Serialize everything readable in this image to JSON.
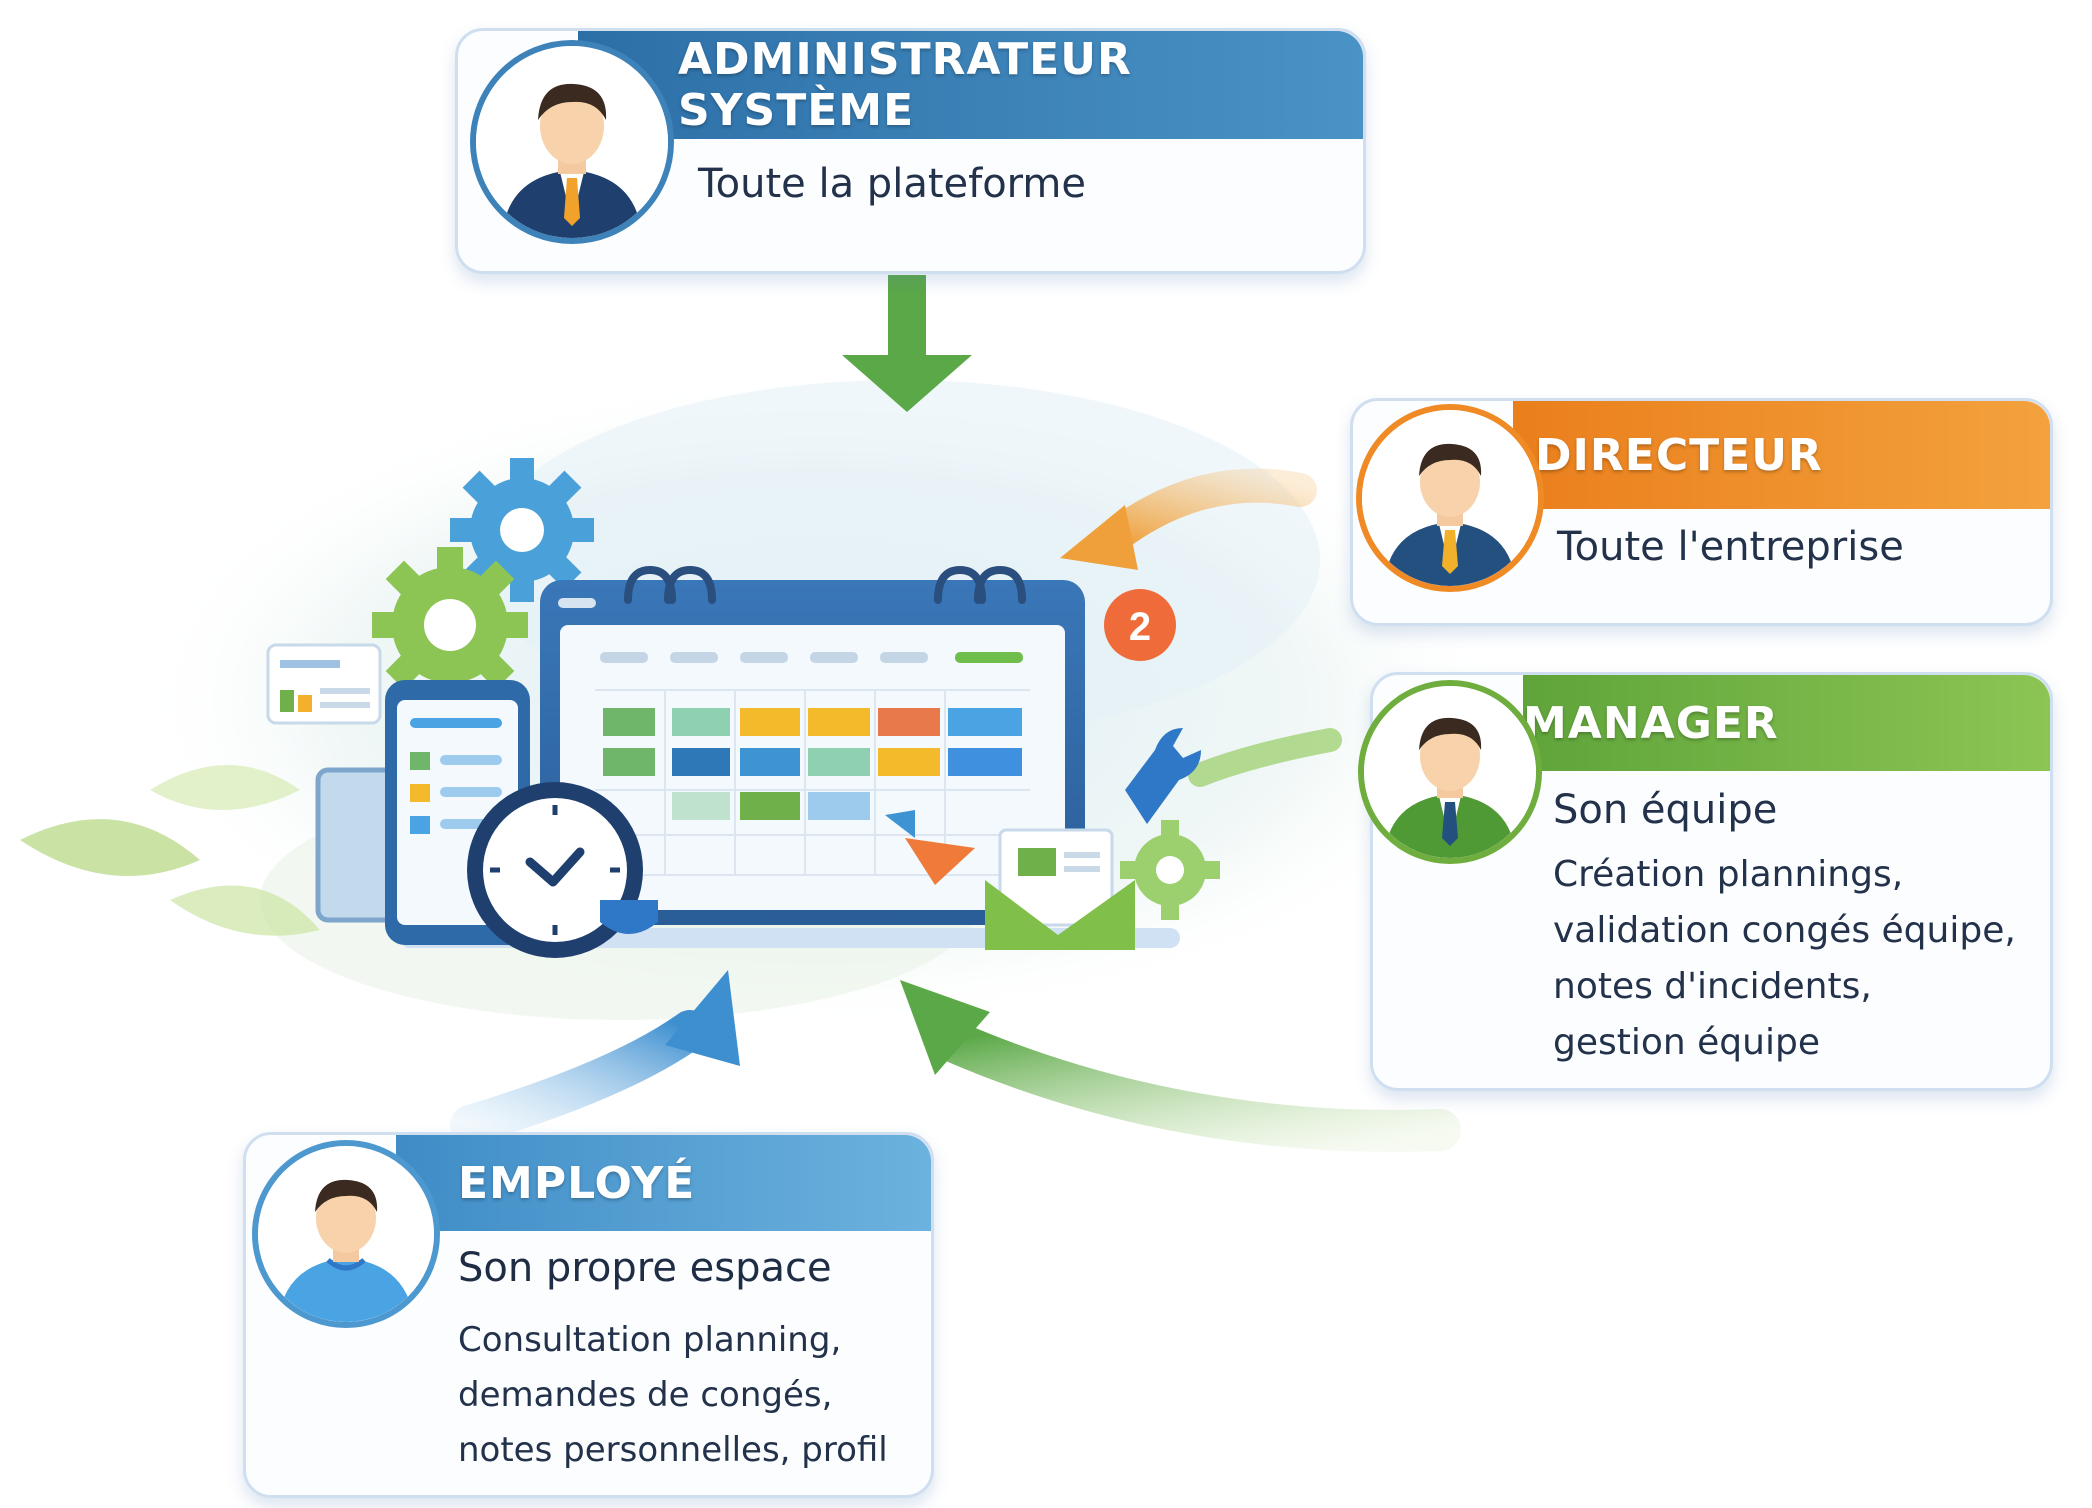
{
  "roles": {
    "admin": {
      "title": "ADMINISTRATEUR SYSTÈME",
      "scope": "Toute la plateforme"
    },
    "directeur": {
      "title": "DIRECTEUR",
      "scope": "Toute l'entreprise"
    },
    "manager": {
      "title": "MANAGER",
      "scope": "Son équipe",
      "details": [
        "Création plannings,",
        "validation congés équipe,",
        "notes d'incidents,",
        "gestion équipe"
      ]
    },
    "employe": {
      "title": "EMPLOYÉ",
      "scope": "Son propre espace",
      "details": [
        "Consultation planning,",
        "demandes de congés,",
        "notes personnelles, profil"
      ]
    }
  },
  "notification_badge": "2",
  "colors": {
    "admin_band": "#3d82b8",
    "directeur_band": "#ef8a24",
    "manager_band": "#6fae3e",
    "employe_band": "#4c98cf",
    "arrow_green": "#5aa847",
    "arrow_orange": "#f0a03a",
    "arrow_blue": "#3e8fd0"
  },
  "icons": [
    "gear-icon",
    "calendar-icon",
    "clock-icon",
    "phone-icon",
    "wrench-icon",
    "envelope-icon",
    "notification-badge-icon"
  ]
}
